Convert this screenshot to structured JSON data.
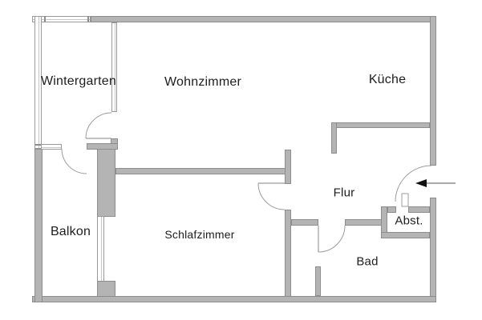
{
  "plan": {
    "type": "apartment-floorplan",
    "language": "de"
  },
  "rooms": [
    {
      "id": "wintergarten",
      "label": "Wintergarten"
    },
    {
      "id": "wohnzimmer",
      "label": "Wohnzimmer"
    },
    {
      "id": "kueche",
      "label": "Küche"
    },
    {
      "id": "balkon",
      "label": "Balkon"
    },
    {
      "id": "schlafzimmer",
      "label": "Schlafzimmer"
    },
    {
      "id": "flur",
      "label": "Flur"
    },
    {
      "id": "abstellraum",
      "label": "Abst."
    },
    {
      "id": "bad",
      "label": "Bad"
    }
  ],
  "entrance": {
    "icon": "entrance-arrow-icon",
    "direction": "left"
  },
  "colors": {
    "background": "#ffffff",
    "wall_fill": "#b4b4b4",
    "wall_edge": "#8d8d8d",
    "window_line": "#9a9a9a",
    "door_swing_line": "#9c9c9c",
    "label_text": "#1d1d1d",
    "arrow": "#111111"
  }
}
